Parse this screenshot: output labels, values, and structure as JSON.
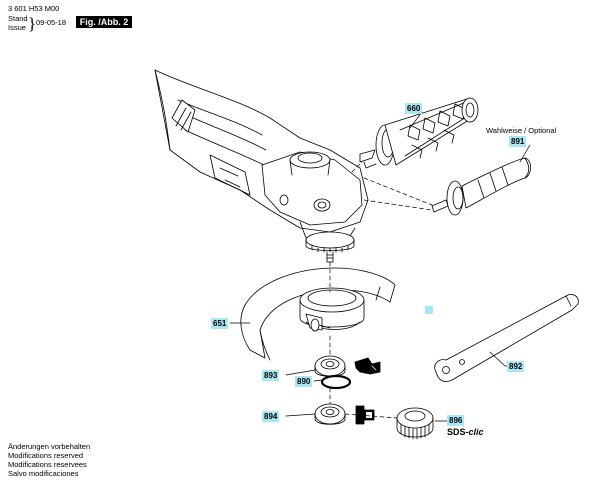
{
  "header": {
    "doc_number": "3 601 H53 M00",
    "stand_label": "Stand",
    "issue_label": "Issue",
    "date": "09-05-18",
    "figure_label": "Fig. /Abb. 2"
  },
  "parts": {
    "p660": "660",
    "p891": "891",
    "p651": "651",
    "p893": "893",
    "p890": "890",
    "p892": "892",
    "p894": "894",
    "p896": "896"
  },
  "optional_label": "Wahlweise / Optional",
  "sds": {
    "prefix": "SDS-",
    "suffix": "clic"
  },
  "notes": [
    "Änderungen vorbehalten",
    "Modifications reserved",
    "Modifications reservees",
    "Salvo modificaciones"
  ],
  "colors": {
    "label_bg": "#a9e7f4",
    "line": "#000000"
  }
}
